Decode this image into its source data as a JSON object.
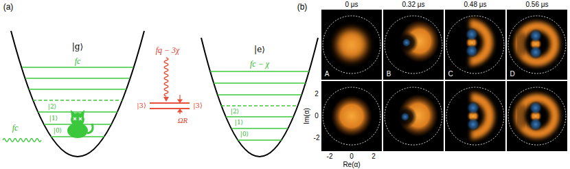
{
  "diagram": {
    "labels": [
      "(a)",
      "|g⟩",
      "fc",
      "|2⟩",
      "|1⟩",
      "|0⟩",
      "fc",
      "fq − 3χ",
      "|3⟩",
      "|3⟩",
      "ΩR",
      "|e⟩",
      "fc − χ",
      "|2⟩",
      "|1⟩",
      "|0⟩",
      "(b)",
      "0 μs",
      "0.32 μs",
      "0.48 μs",
      "0.56 μs",
      "A",
      "B",
      "C",
      "D",
      "Im(α)",
      "2",
      "0",
      "-2",
      "-2",
      "0",
      "2",
      "Re(α)"
    ]
  }
}
